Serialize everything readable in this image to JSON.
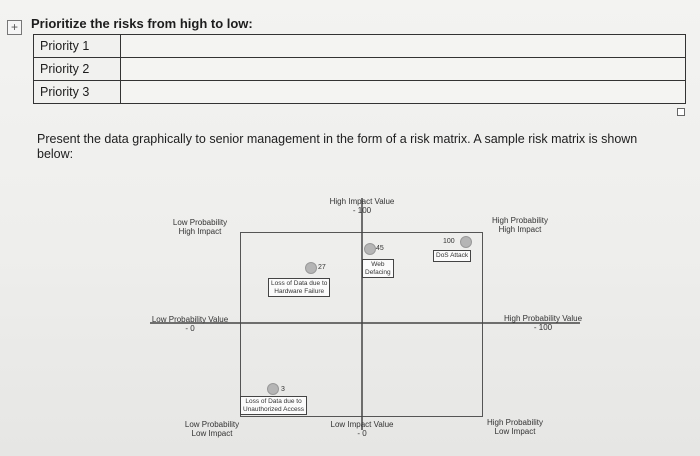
{
  "heading": "Prioritize the risks from high to low:",
  "priorities": [
    "Priority 1",
    "Priority 2",
    "Priority 3"
  ],
  "instruction": "Present the data graphically to senior management in the form of a risk matrix. A sample risk matrix is shown below:",
  "matrix": {
    "top_axis": [
      "High Impact Value",
      "- 100"
    ],
    "bottom_axis": [
      "Low Impact Value",
      "- 0"
    ],
    "left_axis": [
      "Low Probability Value",
      "- 0"
    ],
    "right_axis": [
      "High Probability Value",
      "- 100"
    ],
    "corner_tl": [
      "Low Probability",
      "High Impact"
    ],
    "corner_tr": [
      "High Probability",
      "High Impact"
    ],
    "corner_bl": [
      "Low Probability",
      "Low Impact"
    ],
    "corner_br": [
      "High Probability",
      "Low Impact"
    ],
    "risks": [
      {
        "score": "27",
        "label": [
          "Loss of Data due to",
          "Hardware Failure"
        ]
      },
      {
        "score": "45",
        "label": [
          "Web",
          "Defacing"
        ]
      },
      {
        "score": "100",
        "label": [
          "DoS Attack"
        ]
      },
      {
        "score": "3",
        "label": [
          "Loss of Data due to",
          "Unauthorized Access"
        ]
      }
    ]
  }
}
